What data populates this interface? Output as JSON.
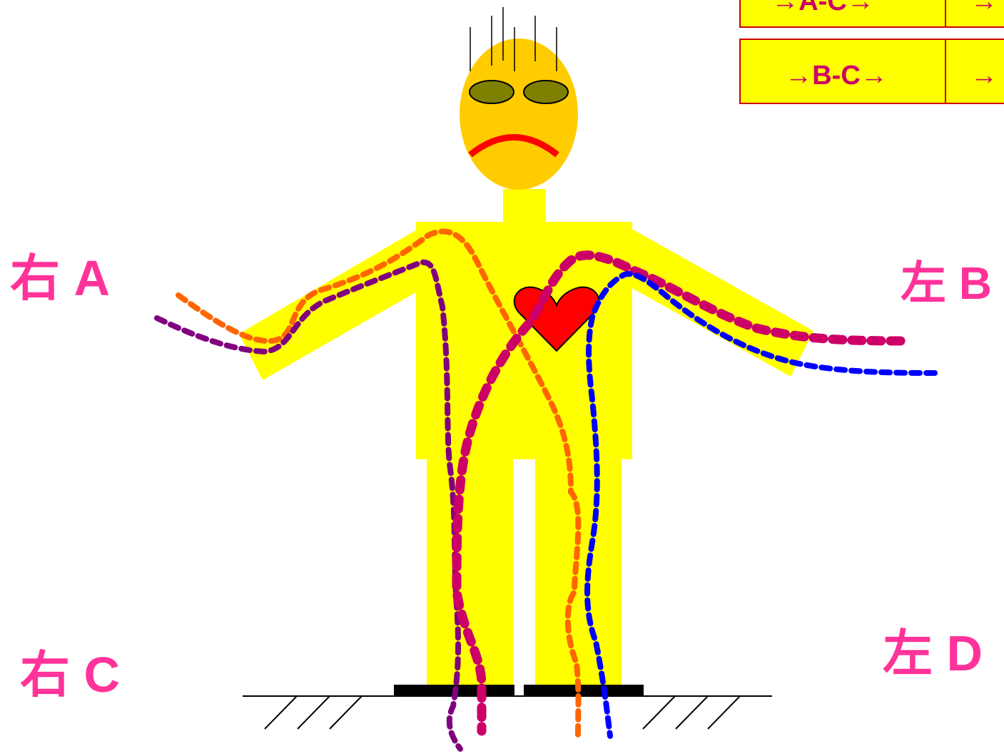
{
  "labels": {
    "right_a": "右 A",
    "left_b": "左 B",
    "right_c": "右 C",
    "left_d": "左 D"
  },
  "path_table": {
    "rows": [
      {
        "path": "→A-C→",
        "partial": "→"
      },
      {
        "path": "→B-C→",
        "partial": "→"
      }
    ]
  },
  "colors": {
    "label_pink": "#ff3399",
    "body_yellow": "#ffff00",
    "head_orange": "#ffcc00",
    "eyes_olive": "#808000",
    "mouth_red": "#ff0000",
    "heart_red": "#ff0000",
    "table_fill": "#ffff00",
    "table_border": "#cc0000",
    "table_text": "#cc0066",
    "path_orange": "#ff6600",
    "path_purple": "#800080",
    "path_magenta": "#cc0066",
    "path_blue": "#0000ff"
  }
}
